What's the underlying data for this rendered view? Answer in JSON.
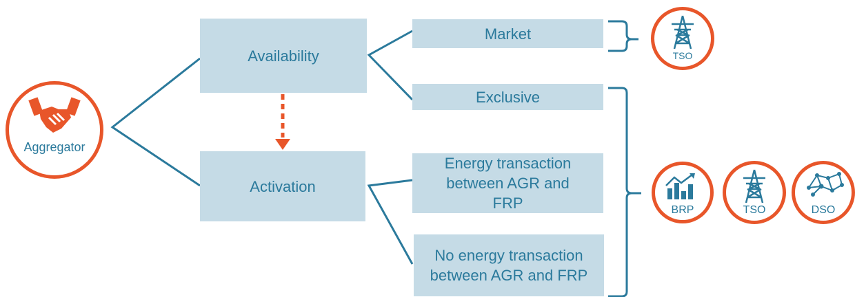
{
  "boxes": {
    "availability": "Availability",
    "activation": "Activation",
    "market": "Market",
    "exclusive": "Exclusive",
    "energy_transaction": "Energy transaction between AGR and FRP",
    "no_energy_transaction": "No energy transaction between AGR and FRP"
  },
  "actors": {
    "aggregator": "Aggregator",
    "tso_market": "TSO",
    "brp": "BRP",
    "tso": "TSO",
    "dso": "DSO"
  },
  "colors": {
    "box_fill": "#c5dbe6",
    "box_text": "#2b7a9c",
    "connector": "#2b7a9c",
    "accent": "#e8562a"
  },
  "icons": {
    "aggregator": "handshake-icon",
    "tso": "transmission-tower-icon",
    "brp": "bar-chart-icon",
    "dso": "network-icon"
  }
}
